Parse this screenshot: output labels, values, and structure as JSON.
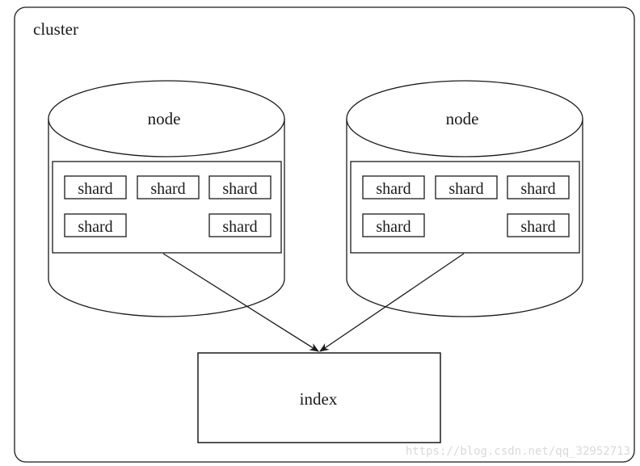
{
  "cluster": {
    "label": "cluster"
  },
  "nodes": [
    {
      "label": "node",
      "shards": [
        "shard",
        "shard",
        "shard",
        "shard",
        "shard"
      ]
    },
    {
      "label": "node",
      "shards": [
        "shard",
        "shard",
        "shard",
        "shard",
        "shard"
      ]
    }
  ],
  "index": {
    "label": "index"
  },
  "watermark": {
    "text": "https://blog.csdn.net/qq_32952713"
  },
  "colors": {
    "stroke": "#1a1a1a",
    "background": "#ffffff",
    "watermark": "#d9d9d9"
  }
}
